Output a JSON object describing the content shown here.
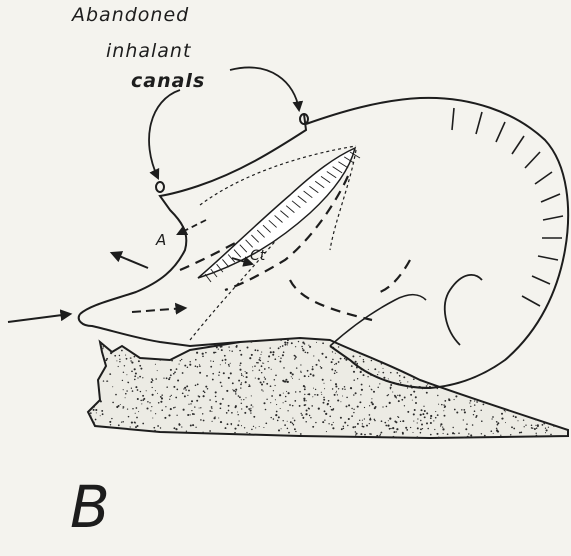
{
  "figure": {
    "caption_lines": [
      "Abandoned",
      "inhalant",
      "canals"
    ],
    "label_a": "A",
    "label_ct": "Ct",
    "panel_letter": "B"
  },
  "colors": {
    "background": "#f4f3ee",
    "ink": "#1d1d1d",
    "stipple": "#2a2a2a"
  },
  "icons": [
    "inflow-arrow-icon",
    "outflow-arrow-icon",
    "flow-arrow-icon"
  ]
}
